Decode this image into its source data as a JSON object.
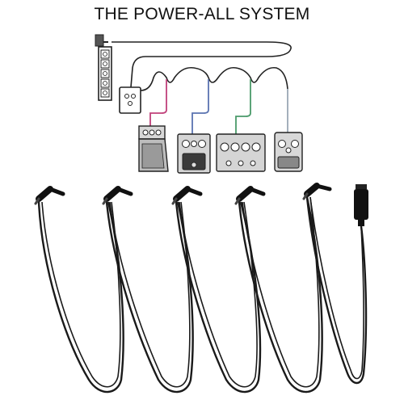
{
  "title": "THE POWER-ALL SYSTEM",
  "colors": {
    "cable": "#1a1a1a",
    "outline": "#222222",
    "pedal_fill": "#cfcfcf",
    "pedal_dark": "#555555",
    "lead_pink": "#c0407a",
    "lead_blue": "#5a73b0",
    "lead_green": "#4a9a6a",
    "lead_gray": "#9aa7b5"
  },
  "diagram": {
    "components": [
      {
        "kind": "power-strip",
        "sockets": 5
      },
      {
        "kind": "power-supply"
      },
      {
        "kind": "pedal",
        "style": "wah",
        "lead": "pink"
      },
      {
        "kind": "pedal",
        "style": "phaser",
        "lead": "blue"
      },
      {
        "kind": "pedal",
        "style": "eq",
        "lead": "green"
      },
      {
        "kind": "pedal",
        "style": "overdrive",
        "lead": "gray"
      }
    ],
    "cable": {
      "right_angle_plugs": 5,
      "straight_plugs": 1
    }
  }
}
